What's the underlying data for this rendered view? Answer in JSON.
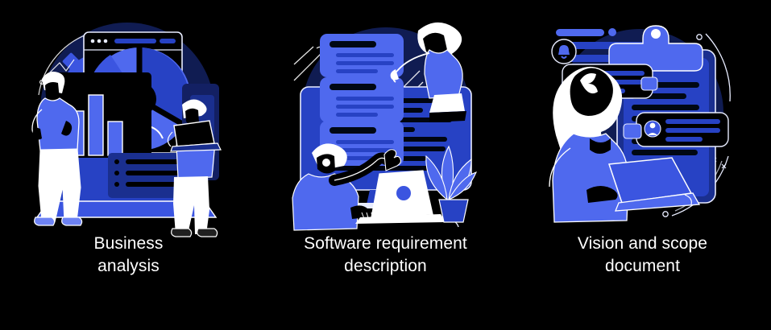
{
  "page": {
    "background_color": "#000000",
    "caption_color": "#ffffff",
    "layout": "three-column illustration set"
  },
  "palette": {
    "black": "#000000",
    "deep_navy": "#0d1547",
    "navy": "#132063",
    "blue_dark": "#1a2f8f",
    "blue_mid": "#2742c4",
    "blue": "#3b55e0",
    "blue_bright": "#4f69ee",
    "periwinkle": "#6d82f3",
    "white": "#ffffff",
    "off_white": "#f2f4ff"
  },
  "panels": [
    {
      "id": "business-analysis",
      "caption_line_1": "Business",
      "caption_line_2": "analysis",
      "caption_full": "Business analysis",
      "elements": [
        "dark-blue-circle-backdrop",
        "gear-icon",
        "browser-window",
        "pie-chart",
        "bar-chart",
        "monitor",
        "laptop-base",
        "person-standing-left",
        "person-with-laptop-right",
        "dashboard-list-card",
        "chart-sparkline"
      ]
    },
    {
      "id": "software-requirement-description",
      "caption_line_1": "Software requirement",
      "caption_line_2": "description",
      "caption_full": "Software requirement description",
      "elements": [
        "dark-blue-blob-backdrop",
        "monitor-screen",
        "code-lines",
        "document-card-1",
        "document-card-2",
        "document-card-3",
        "person-reaching-woman",
        "person-with-laptop-seated",
        "laptop",
        "potted-plant",
        "sparkle-lines"
      ]
    },
    {
      "id": "vision-and-scope-document",
      "caption_line_1": "Vision and scope",
      "caption_line_2": "document",
      "caption_full": "Vision and scope document",
      "elements": [
        "dark-blue-blob-backdrop",
        "clipboard",
        "document-lines",
        "chat-bubble-top",
        "chat-bubble-bottom",
        "bell-notification-icon",
        "progress-bars",
        "avatar-icon-top",
        "avatar-icon-bottom",
        "woman-with-laptop",
        "decorative-arcs",
        "sparkle-dots"
      ]
    }
  ]
}
